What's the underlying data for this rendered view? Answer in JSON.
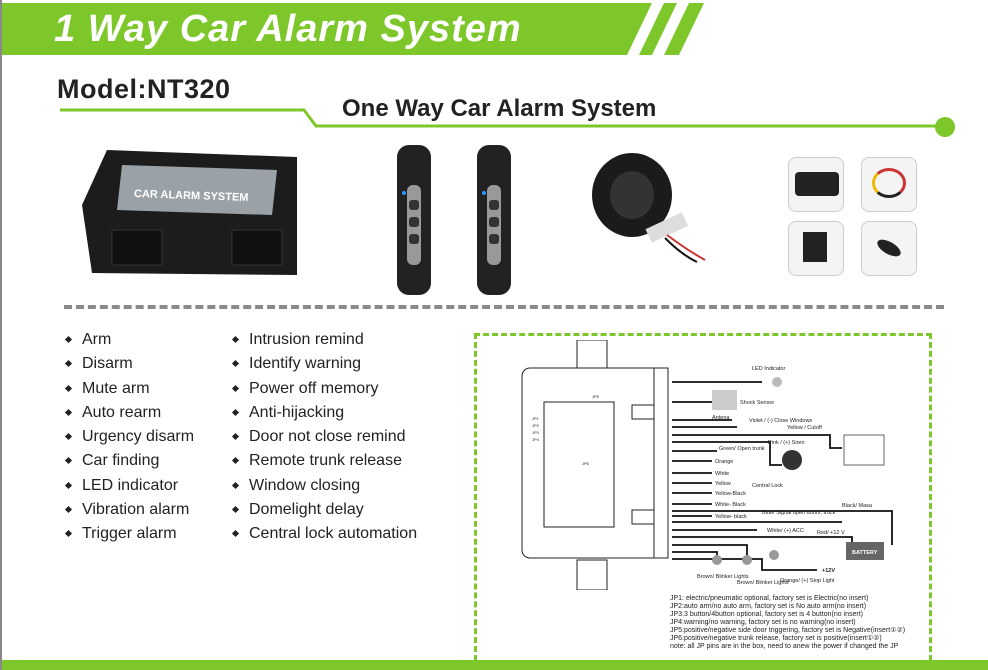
{
  "header": {
    "title": "1 Way Car Alarm System"
  },
  "model": "Model:NT320",
  "subtitle": "One Way Car Alarm System",
  "products": {
    "ecu_label": "CAR ALARM SYSTEM"
  },
  "features_left": [
    "Arm",
    "Disarm",
    "Mute arm",
    "Auto rearm",
    "Urgency disarm",
    "Car finding",
    "LED indicator",
    "Vibration alarm",
    "Trigger alarm"
  ],
  "features_right": [
    "Intrusion remind",
    "Identify warning",
    "Power off memory",
    "Anti-hijacking",
    "Door not close remind",
    "Remote trunk release",
    "Window closing",
    "Domelight delay",
    "Central lock automation"
  ],
  "diagram": {
    "led": "LED Indicator",
    "shock": "Shock Sensor",
    "antenna": "Antena",
    "violet": "Violet / (-) Close Windows",
    "yellow_cutoff": "Yellow / Cutoff",
    "pink": "Pink / (+) Siren",
    "green": "Green/ Open trunk",
    "orange": "Orange",
    "white": "White",
    "yellow": "Yellow",
    "yellow_black": "Yellow-Black",
    "central_lock": "Central Lock",
    "white_black": "White- Black",
    "yellow_black2": "Yellow- black",
    "blue": "Blue/ Signal open doors, truck",
    "black": "Black/ Masa",
    "white_acc": "White/ (+) ACC",
    "red": "Red/ +12 V",
    "battery": "BATTERY",
    "brown1": "Brown/ Blinker Lights",
    "brown2": "Brown/ Blinker Lights",
    "orange_stop": "Orange/ (+) Stop Light",
    "plus12": "+12V",
    "jp_labels": [
      "JP1",
      "JP2",
      "JP3",
      "JP4",
      "JP5",
      "JP6"
    ]
  },
  "jp_notes": [
    "JP1: electric/pneumatic optional, factory set is Electric(no insert)",
    "JP2:auto arm/no auto arm, factory set is No auto arm(no insert)",
    "JP3:3 button/4button optional, factory set is 4 button(no insert)",
    "JP4:warning/no warning, factory set is no warning(no insert)",
    "JP5:positive/negative side door triggering, factory set is Negative(insert①②)",
    "JP6:positive/negative trunk release, factory set is positive(insert①②)",
    "note: all JP pins are in the box, need to anew the power if changed the JP"
  ],
  "colors": {
    "accent": "#7dc72a"
  }
}
